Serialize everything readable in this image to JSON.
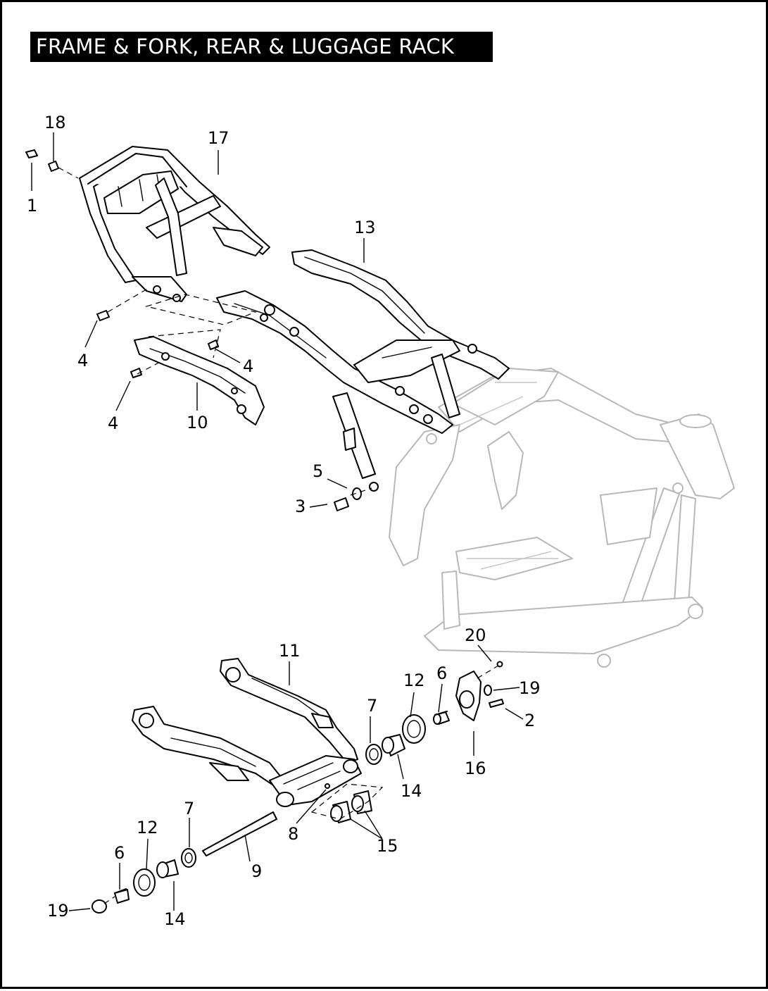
{
  "title": "FRAME & FORK, REAR & LUGGAGE RACK",
  "callouts": [
    {
      "id": "c1",
      "label": "1"
    },
    {
      "id": "c2",
      "label": "2"
    },
    {
      "id": "c3",
      "label": "3"
    },
    {
      "id": "c4a",
      "label": "4"
    },
    {
      "id": "c4b",
      "label": "4"
    },
    {
      "id": "c4c",
      "label": "4"
    },
    {
      "id": "c5",
      "label": "5"
    },
    {
      "id": "c6a",
      "label": "6"
    },
    {
      "id": "c6b",
      "label": "6"
    },
    {
      "id": "c7a",
      "label": "7"
    },
    {
      "id": "c7b",
      "label": "7"
    },
    {
      "id": "c8",
      "label": "8"
    },
    {
      "id": "c9",
      "label": "9"
    },
    {
      "id": "c10",
      "label": "10"
    },
    {
      "id": "c11",
      "label": "11"
    },
    {
      "id": "c12a",
      "label": "12"
    },
    {
      "id": "c12b",
      "label": "12"
    },
    {
      "id": "c13",
      "label": "13"
    },
    {
      "id": "c14a",
      "label": "14"
    },
    {
      "id": "c14b",
      "label": "14"
    },
    {
      "id": "c15",
      "label": "15"
    },
    {
      "id": "c16",
      "label": "16"
    },
    {
      "id": "c17",
      "label": "17"
    },
    {
      "id": "c18",
      "label": "18"
    },
    {
      "id": "c19a",
      "label": "19"
    },
    {
      "id": "c19b",
      "label": "19"
    },
    {
      "id": "c20",
      "label": "20"
    }
  ]
}
